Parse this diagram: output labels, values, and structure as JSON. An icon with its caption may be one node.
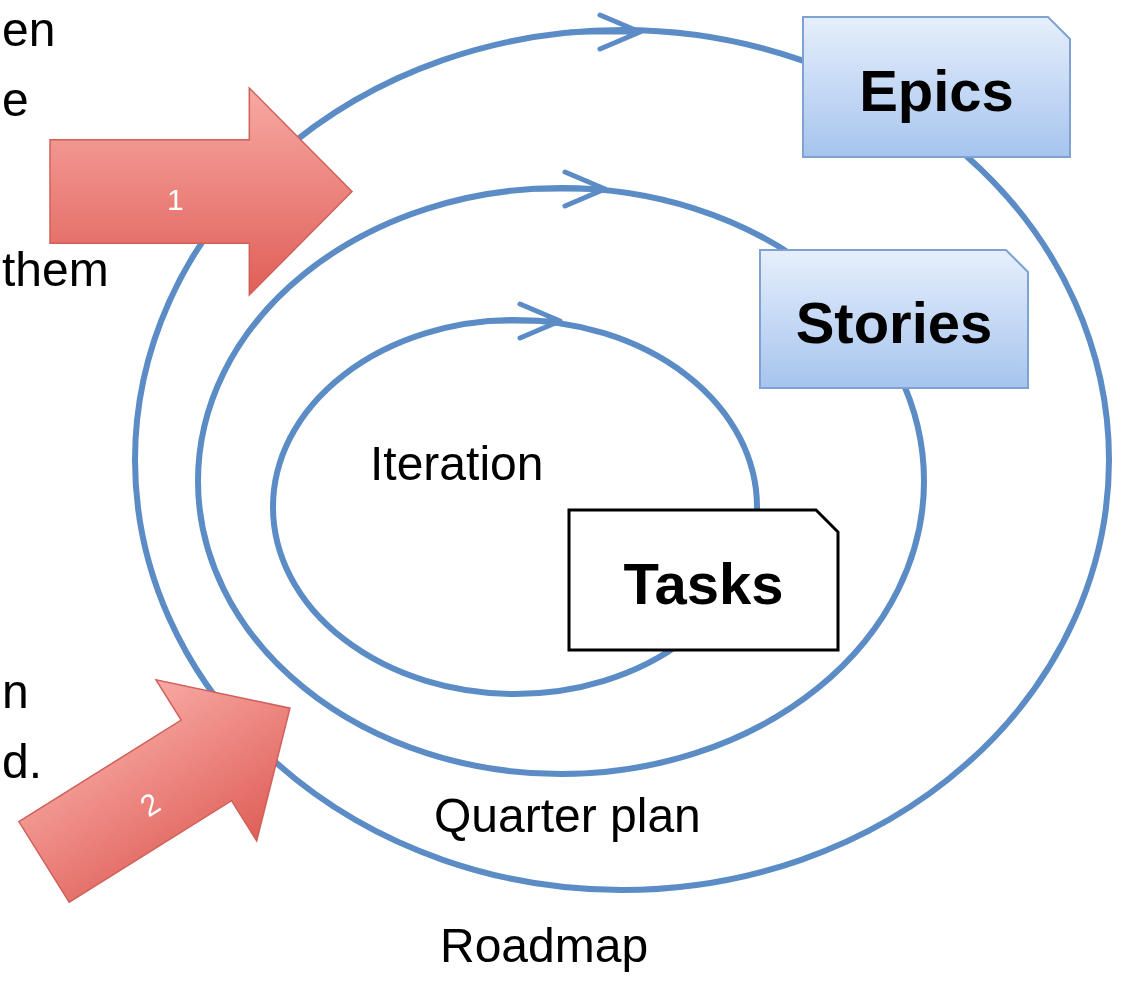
{
  "diagram": {
    "nodes": [
      {
        "text": [
          "Epics"
        ]
      },
      {
        "text": [
          "Stories"
        ]
      },
      {
        "text": [
          "Tasks"
        ]
      },
      {
        "text": [
          "1"
        ]
      },
      {
        "text": [
          "2"
        ]
      }
    ],
    "labels": [
      "en",
      "e",
      "them",
      "n",
      "d.",
      "Iteration",
      "Quarter plan",
      "Roadmap"
    ]
  }
}
